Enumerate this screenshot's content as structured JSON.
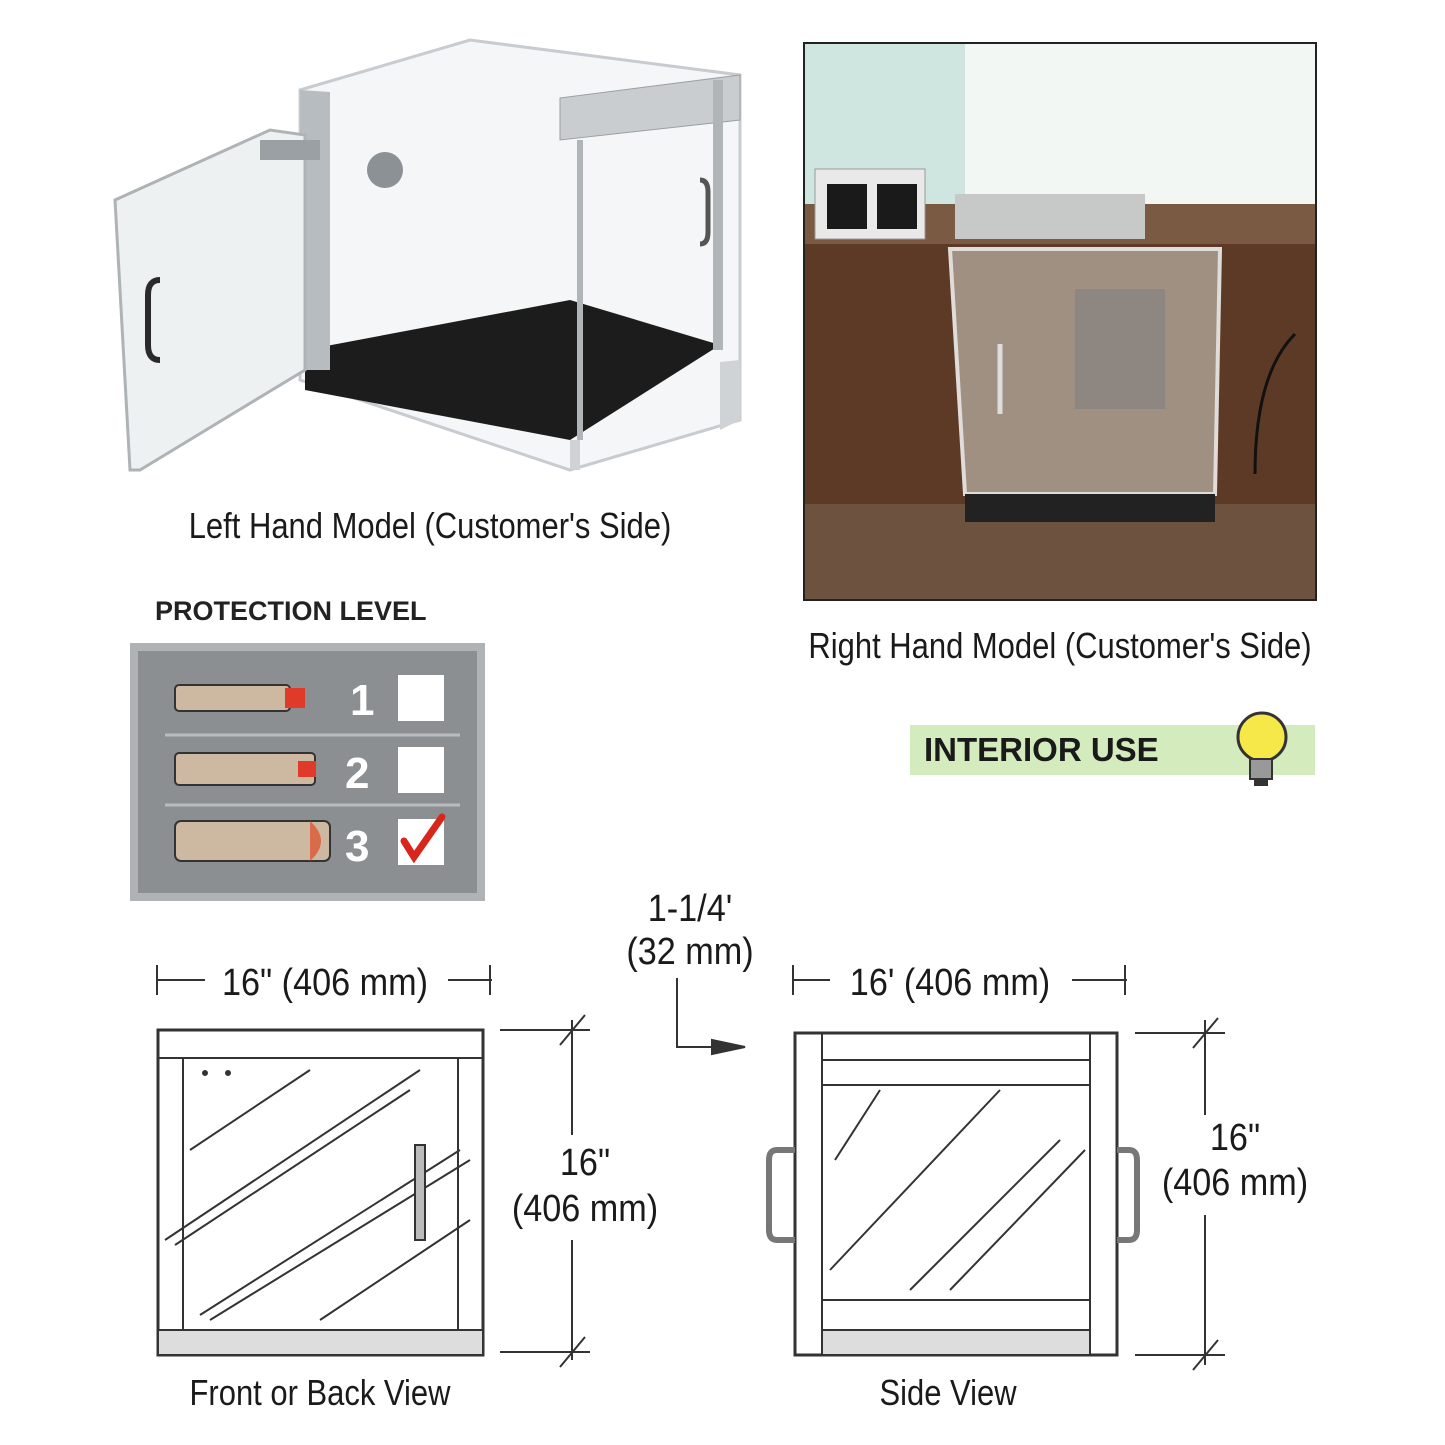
{
  "photos": {
    "left_caption": "Left Hand Model (Customer's Side)",
    "right_caption": "Right Hand Model (Customer's Side)"
  },
  "protection": {
    "title": "PROTECTION LEVEL",
    "levels": [
      {
        "label": "1",
        "checked": false
      },
      {
        "label": "2",
        "checked": false
      },
      {
        "label": "3",
        "checked": true
      }
    ],
    "check_color": "#d8261c"
  },
  "badge": {
    "label": "INTERIOR USE",
    "color": "#d3ebbd"
  },
  "dimensions": {
    "front_width": "16\" (406 mm)",
    "offset_line1": "1-1/4'",
    "offset_line2": "(32 mm)",
    "side_width": "16' (406 mm)",
    "front_height_line1": "16\"",
    "front_height_line2": "(406 mm)",
    "side_height_line1": "16\"",
    "side_height_line2": "(406 mm)"
  },
  "views": {
    "front_caption": "Front or Back View",
    "side_caption": "Side View"
  }
}
